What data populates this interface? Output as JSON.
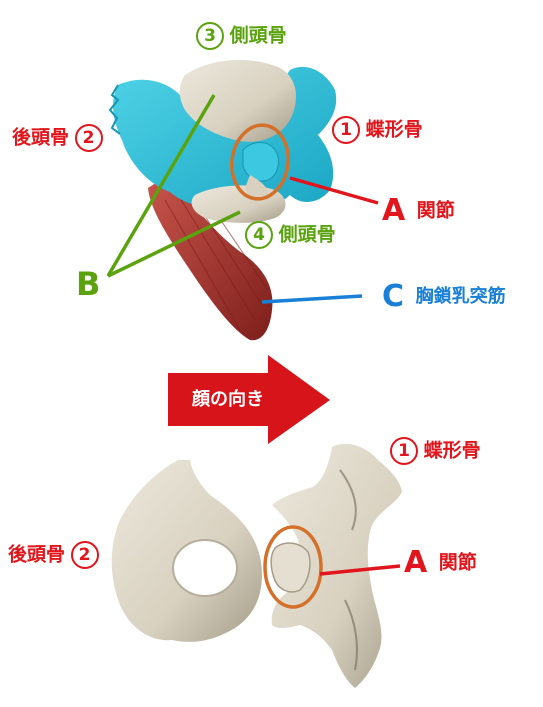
{
  "labels": {
    "top_temporal_num": "3",
    "top_temporal_name": "側頭骨",
    "top_sphenoid_num": "1",
    "top_sphenoid_name": "蝶形骨",
    "top_occipital_name": "後頭骨",
    "top_occipital_num": "2",
    "top_joint_letter": "A",
    "top_joint_name": "関節",
    "top_temporal2_num": "4",
    "top_temporal2_name": "側頭骨",
    "b_letter": "B",
    "c_letter": "C",
    "scm_name": "胸鎖乳突筋",
    "arrow_text": "顔の向き",
    "bottom_sphenoid_num": "1",
    "bottom_sphenoid_name": "蝶形骨",
    "bottom_occipital_name": "後頭骨",
    "bottom_occipital_num": "2",
    "bottom_joint_letter": "A",
    "bottom_joint_name": "関節"
  },
  "colors": {
    "red": "#e1151b",
    "green": "#5aa30f",
    "blue": "#1a7fd6",
    "cyan_bone": "#2ec4dc",
    "bone": "#ddd7c8",
    "muscle": "#a8322c",
    "ring": "#d4702a",
    "arrow": "#d8141b"
  }
}
